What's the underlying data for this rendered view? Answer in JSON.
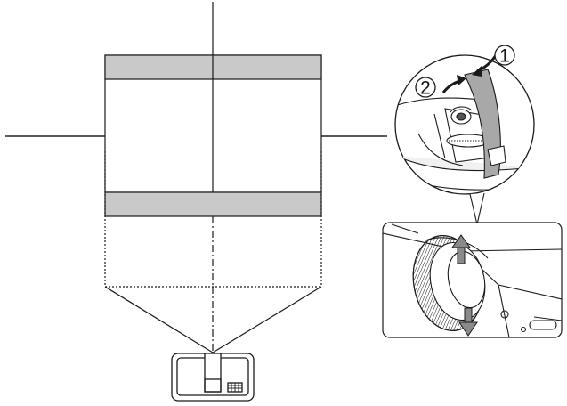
{
  "diagram": {
    "steps": [
      {
        "number": "1",
        "action": "open-lens-cover"
      },
      {
        "number": "2",
        "action": "adjust-lens-shift-dial"
      }
    ],
    "colors": {
      "line": "#1a1a1a",
      "band": "#c9c9c9",
      "cover": "#a8a8a8",
      "background": "#ffffff"
    },
    "icons": [
      "projector-icon",
      "lens-cover-icon",
      "lens-shift-dial-icon",
      "vertical-arrow-icon",
      "curved-arrow-icon"
    ]
  }
}
